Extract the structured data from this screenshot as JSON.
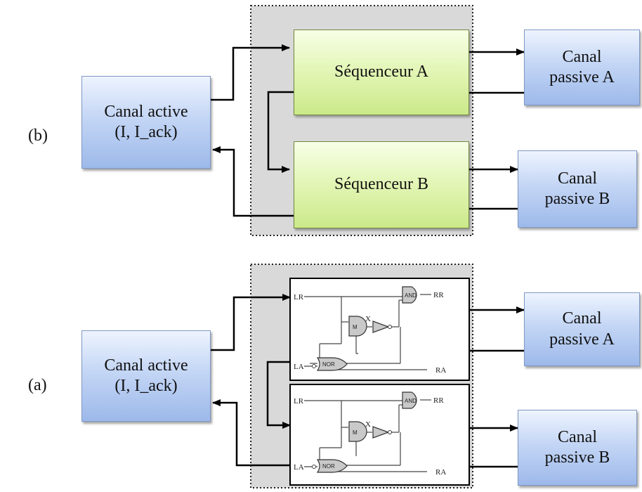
{
  "panel_b": {
    "label": "(b)",
    "active": {
      "line1": "Canal active",
      "line2": "(I, I_ack)"
    },
    "seq_a": "Séquenceur A",
    "seq_b": "Séquenceur B",
    "passive_a": {
      "line1": "Canal",
      "line2": "passive A"
    },
    "passive_b": {
      "line1": "Canal",
      "line2": "passive B"
    }
  },
  "panel_a": {
    "label": "(a)",
    "active": {
      "line1": "Canal active",
      "line2": "(I, I_ack)"
    },
    "passive_a": {
      "line1": "Canal",
      "line2": "passive A"
    },
    "passive_b": {
      "line1": "Canal",
      "line2": "passive B"
    }
  },
  "circuit": {
    "lr": "LR",
    "rr": "RR",
    "la": "LA",
    "ra": "RA",
    "and_gate": "AND",
    "nor_gate": "NOR",
    "m_gate": "M",
    "x_node": "X"
  },
  "colors": {
    "channel_fill": "#b3c9f0",
    "sequencer_fill": "#dff3ad",
    "container_fill": "#d9d9d9",
    "line": "#000000"
  }
}
